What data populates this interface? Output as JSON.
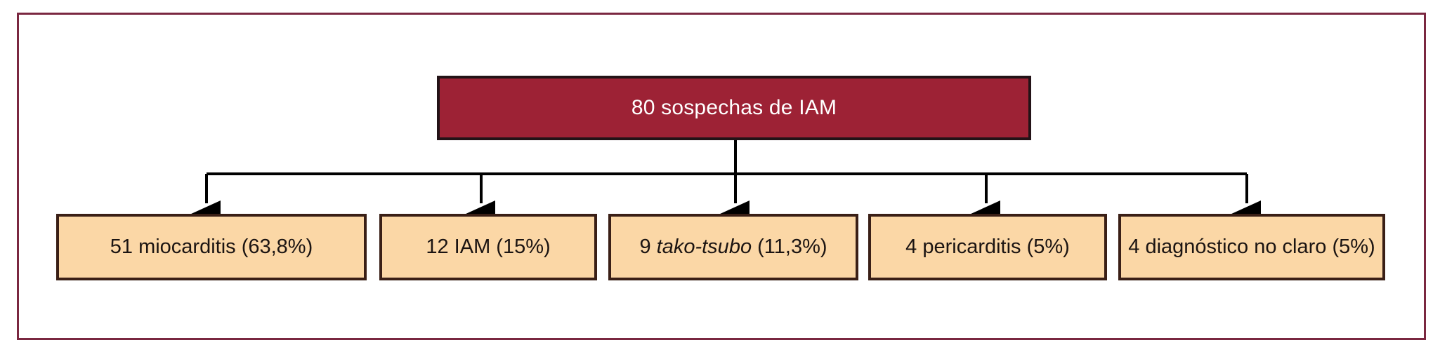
{
  "figure": {
    "type": "flowchart",
    "orientation": "top-down-fan-out",
    "language": "es",
    "frame_color": "#7a2740",
    "background_color": "#ffffff"
  },
  "root": {
    "label": "80 sospechas de IAM",
    "count": 80,
    "fill_color": "#9d2235",
    "text_color": "#ffffff",
    "border_color": "#231317"
  },
  "connector": {
    "color": "#000000",
    "style": "elbow-with-arrowheads",
    "arrow_count": 5
  },
  "leaves": {
    "fill_color": "#fbd7a6",
    "text_color": "#1b1412",
    "border_color": "#3a1f16",
    "items": [
      {
        "label": "51 miocarditis (63,8%)",
        "count": 51,
        "diagnosis": "miocarditis",
        "percent": "63,8%",
        "pre": "51 ",
        "emphasis": "",
        "post": "miocarditis (63,8%)"
      },
      {
        "label": "12 IAM (15%)",
        "count": 12,
        "diagnosis": "IAM",
        "percent": "15%",
        "pre": "12 ",
        "emphasis": "",
        "post": "IAM (15%)"
      },
      {
        "label": "9 tako-tsubo (11,3%)",
        "count": 9,
        "diagnosis": "tako-tsubo",
        "percent": "11,3%",
        "pre": "9 ",
        "emphasis": "tako-tsubo",
        "post": " (11,3%)"
      },
      {
        "label": "4 pericarditis (5%)",
        "count": 4,
        "diagnosis": "pericarditis",
        "percent": "5%",
        "pre": "4 ",
        "emphasis": "",
        "post": "pericarditis (5%)"
      },
      {
        "label": "4 diagnóstico no claro (5%)",
        "count": 4,
        "diagnosis": "diagnóstico no claro",
        "percent": "5%",
        "pre": "4 ",
        "emphasis": "",
        "post": "diagnóstico no claro (5%)"
      }
    ]
  }
}
